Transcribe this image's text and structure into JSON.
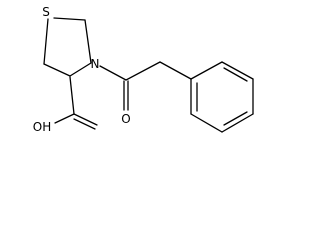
{
  "structure": {
    "atoms": {
      "sulfur": "S",
      "ring_nitrogen": "N",
      "carbonyl_oxygen": "O",
      "acid_oh": "OH"
    },
    "colors": {
      "bond": "#000000",
      "label": "#000000",
      "background": "#ffffff"
    }
  }
}
